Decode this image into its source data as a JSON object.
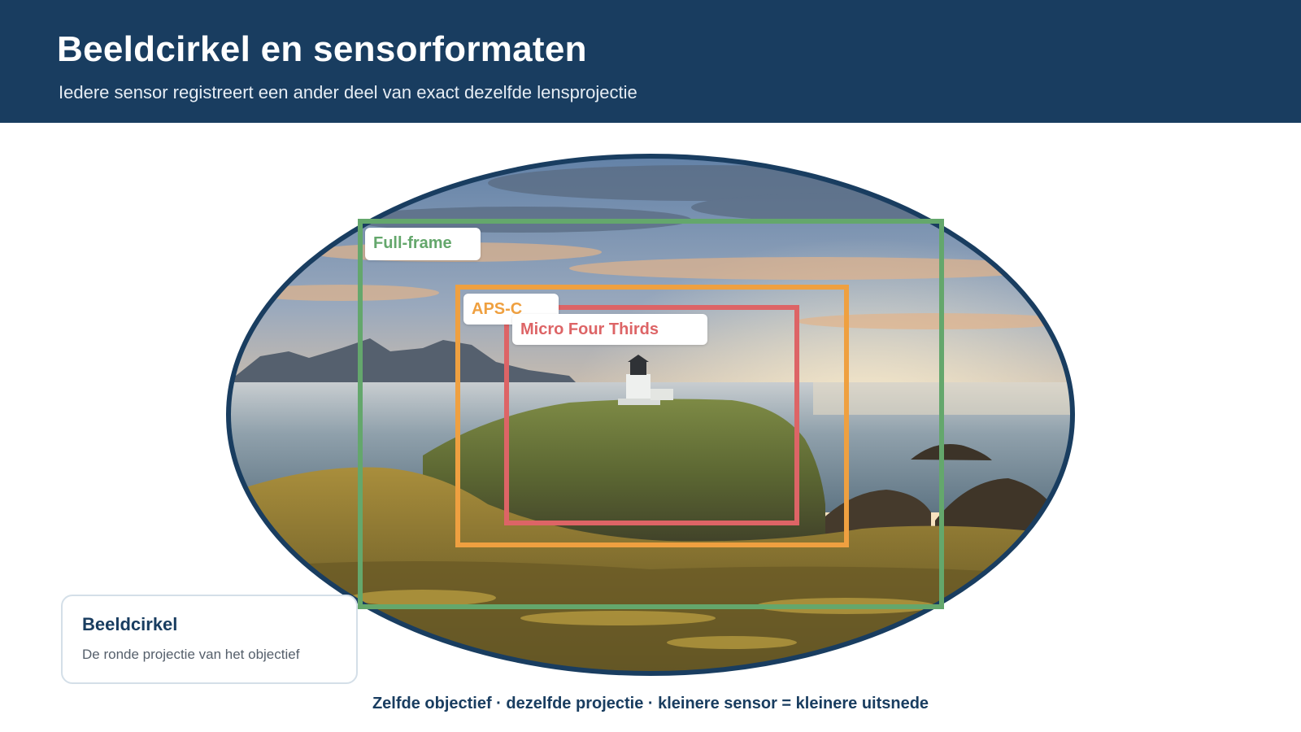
{
  "header": {
    "title": "Beeldcirkel en sensorformaten",
    "subtitle": "Iedere sensor registreert een ander deel van exact dezelfde lensprojectie"
  },
  "sensors": {
    "full_frame": {
      "label": "Full-frame",
      "color": "#64a76c"
    },
    "aps_c": {
      "label": "APS-C",
      "color": "#efa040"
    },
    "mft": {
      "label": "Micro Four Thirds",
      "color": "#dd6466"
    }
  },
  "image_circle_card": {
    "title": "Beeldcirkel",
    "description": "De ronde projectie van het objectief"
  },
  "footer": {
    "caption": "Zelfde objectief · dezelfde projectie · kleinere sensor = kleinere uitsnede"
  },
  "colors": {
    "header_bg": "#193d60",
    "circle_border": "#193d60"
  },
  "image_content": {
    "scene": "lighthouse-on-coastal-cliff-at-sunset"
  }
}
